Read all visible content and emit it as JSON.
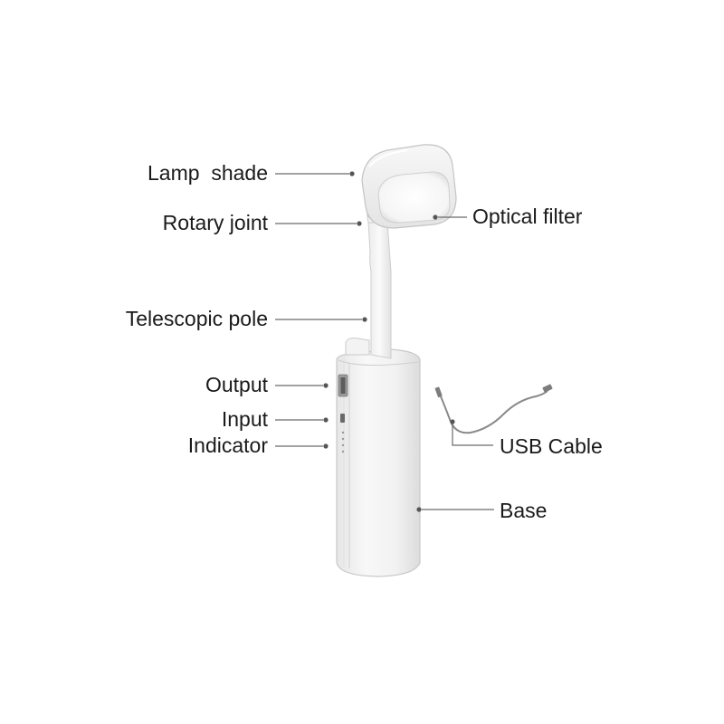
{
  "labels": {
    "lamp_shade": "Lamp  shade",
    "rotary_joint": "Rotary joint",
    "telescopic_pole": "Telescopic pole",
    "output": "Output",
    "input": "Input",
    "indicator": "Indicator",
    "optical_filter": "Optical filter",
    "usb_cable": "USB Cable",
    "base": "Base"
  },
  "colors": {
    "background": "#ffffff",
    "text": "#1a1a1a",
    "leader_line": "#6b6b6b",
    "product_body": "#f4f4f4",
    "product_outline": "#c9c9c9",
    "cable": "#8a8a8a"
  }
}
